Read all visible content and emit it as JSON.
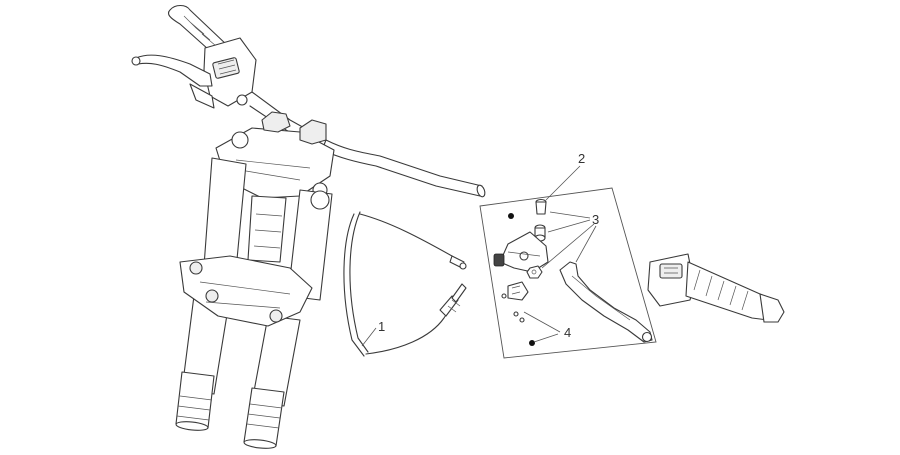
{
  "callouts": [
    {
      "id": "1",
      "label": "1"
    },
    {
      "id": "2",
      "label": "2"
    },
    {
      "id": "3",
      "label": "3"
    },
    {
      "id": "4",
      "label": "4"
    }
  ],
  "colors": {
    "line": "#3a3a3a",
    "fill": "#ffffff",
    "background": "#ffffff",
    "marker": "#111111"
  }
}
